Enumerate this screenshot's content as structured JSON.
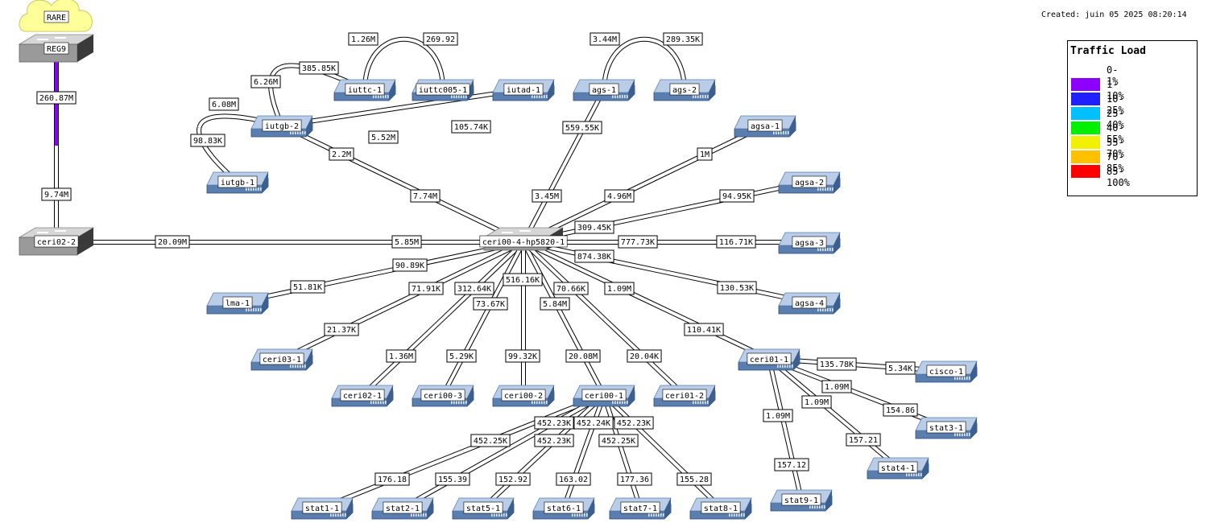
{
  "header": {
    "created": "Created: juin 05 2025 08:20:14"
  },
  "legend": {
    "title": "Traffic Load",
    "entries": [
      {
        "label": "0-1%",
        "color": "#ffffff"
      },
      {
        "label": "1-10%",
        "color": "#8c00ff"
      },
      {
        "label": "10-25%",
        "color": "#2020ff"
      },
      {
        "label": "25-40%",
        "color": "#00c0ff"
      },
      {
        "label": "40-55%",
        "color": "#00f000"
      },
      {
        "label": "55-70%",
        "color": "#f0f000"
      },
      {
        "label": "70-85%",
        "color": "#ffc000"
      },
      {
        "label": "85-100%",
        "color": "#ff0000"
      }
    ]
  },
  "nodes": {
    "rare": {
      "label": "RARE",
      "kind": "cloud"
    },
    "reg9": {
      "label": "REG9",
      "kind": "switch"
    },
    "ceri022": {
      "label": "ceri02-2",
      "kind": "switch"
    },
    "core": {
      "label": "ceri00-4-hp5820-1",
      "kind": "switch"
    },
    "iuttc1": {
      "label": "iuttc-1",
      "kind": "device"
    },
    "iuttc005": {
      "label": "iuttc005-1",
      "kind": "device"
    },
    "iutad1": {
      "label": "iutad-1",
      "kind": "device"
    },
    "ags1": {
      "label": "ags-1",
      "kind": "device"
    },
    "ags2": {
      "label": "ags-2",
      "kind": "device"
    },
    "iutgb2": {
      "label": "iutgb-2",
      "kind": "device"
    },
    "iutgb1": {
      "label": "iutgb-1",
      "kind": "device"
    },
    "agsa1": {
      "label": "agsa-1",
      "kind": "device"
    },
    "agsa2": {
      "label": "agsa-2",
      "kind": "device"
    },
    "agsa3": {
      "label": "agsa-3",
      "kind": "device"
    },
    "agsa4": {
      "label": "agsa-4",
      "kind": "device"
    },
    "lma1": {
      "label": "lma-1",
      "kind": "device"
    },
    "ceri031": {
      "label": "ceri03-1",
      "kind": "device"
    },
    "ceri021": {
      "label": "ceri02-1",
      "kind": "device"
    },
    "ceri003": {
      "label": "ceri00-3",
      "kind": "device"
    },
    "ceri002": {
      "label": "ceri00-2",
      "kind": "device"
    },
    "ceri001": {
      "label": "ceri00-1",
      "kind": "device"
    },
    "ceri012": {
      "label": "ceri01-2",
      "kind": "device"
    },
    "ceri011": {
      "label": "ceri01-1",
      "kind": "device"
    },
    "cisco1": {
      "label": "cisco-1",
      "kind": "device"
    },
    "stat31": {
      "label": "stat3-1",
      "kind": "device"
    },
    "stat41": {
      "label": "stat4-1",
      "kind": "device"
    },
    "stat91": {
      "label": "stat9-1",
      "kind": "device"
    },
    "stat11": {
      "label": "stat1-1",
      "kind": "device"
    },
    "stat21": {
      "label": "stat2-1",
      "kind": "device"
    },
    "stat51": {
      "label": "stat5-1",
      "kind": "device"
    },
    "stat61": {
      "label": "stat6-1",
      "kind": "device"
    },
    "stat71": {
      "label": "stat7-1",
      "kind": "device"
    },
    "stat81": {
      "label": "stat8-1",
      "kind": "device"
    }
  },
  "links": [
    {
      "id": "reg9-ceri022",
      "a": "reg9",
      "b": "ceri022",
      "out": "260.87M",
      "in": "9.74M",
      "color_out": "#8c00ff",
      "color_in": "#ffffff"
    },
    {
      "id": "ceri022-core",
      "a": "ceri022",
      "b": "core",
      "out": "20.09M",
      "in": "5.85M"
    },
    {
      "id": "iuttc1-iuttc005",
      "a": "iuttc1",
      "b": "iuttc005",
      "out": "1.26M",
      "in": "269.92"
    },
    {
      "id": "ags1-ags2",
      "a": "ags1",
      "b": "ags2",
      "out": "3.44M",
      "in": "289.35K"
    },
    {
      "id": "iutgb2-iuttc1",
      "a": "iutgb2",
      "b": "iuttc1",
      "out": "6.26M",
      "in": "385.85K"
    },
    {
      "id": "iutgb2-iutgb1",
      "a": "iutgb2",
      "b": "iutgb1",
      "out": "6.08M",
      "in": "98.83K"
    },
    {
      "id": "iutgb2-iutad1",
      "a": "iutgb2",
      "b": "iutad1",
      "out": "5.52M",
      "in": "105.74K"
    },
    {
      "id": "iutgb2-core",
      "a": "iutgb2",
      "b": "core",
      "out": "2.2M",
      "in": "7.74M"
    },
    {
      "id": "ags1-core",
      "a": "ags1",
      "b": "core",
      "out": "559.55K",
      "in": "3.45M"
    },
    {
      "id": "agsa1-core",
      "a": "agsa1",
      "b": "core",
      "out": "1M",
      "in": "4.96M"
    },
    {
      "id": "agsa2-core",
      "a": "agsa2",
      "b": "core",
      "out": "94.95K",
      "in": "309.45K"
    },
    {
      "id": "agsa3-core",
      "a": "agsa3",
      "b": "core",
      "out": "116.71K",
      "in": "777.73K"
    },
    {
      "id": "agsa4-core",
      "a": "agsa4",
      "b": "core",
      "out": "130.53K",
      "in": "874.38K"
    },
    {
      "id": "lma1-core",
      "a": "lma1",
      "b": "core",
      "out": "51.81K",
      "in": "90.89K"
    },
    {
      "id": "ceri031-core",
      "a": "ceri031",
      "b": "core",
      "out": "21.37K",
      "in": "71.91K"
    },
    {
      "id": "ceri021-core",
      "a": "ceri021",
      "b": "core",
      "out": "1.36M",
      "in": "312.64K"
    },
    {
      "id": "ceri003-core",
      "a": "ceri003",
      "b": "core",
      "out": "5.29K",
      "in": "73.67K"
    },
    {
      "id": "ceri002-core",
      "a": "ceri002",
      "b": "core",
      "out": "99.32K",
      "in": "516.16K"
    },
    {
      "id": "ceri001-core",
      "a": "ceri001",
      "b": "core",
      "out": "20.08M",
      "in": "5.84M"
    },
    {
      "id": "ceri012-core",
      "a": "ceri012",
      "b": "core",
      "out": "20.04K",
      "in": "70.66K"
    },
    {
      "id": "ceri011-core",
      "a": "ceri011",
      "b": "core",
      "out": "110.41K",
      "in": "1.09M"
    },
    {
      "id": "ceri011-cisco1",
      "a": "ceri011",
      "b": "cisco1",
      "out": "135.78K",
      "in": "5.34K"
    },
    {
      "id": "ceri011-stat31",
      "a": "ceri011",
      "b": "stat31",
      "out": "1.09M",
      "in": "154.86"
    },
    {
      "id": "ceri011-stat41",
      "a": "ceri011",
      "b": "stat41",
      "out": "1.09M",
      "in": "157.21"
    },
    {
      "id": "ceri011-stat91",
      "a": "ceri011",
      "b": "stat91",
      "out": "1.09M",
      "in": "157.12"
    },
    {
      "id": "ceri001-stat11",
      "a": "ceri001",
      "b": "stat11",
      "out": "452.25K",
      "in": "176.18"
    },
    {
      "id": "ceri001-stat21",
      "a": "ceri001",
      "b": "stat21",
      "out": "452.23K",
      "in": "155.39"
    },
    {
      "id": "ceri001-stat51",
      "a": "ceri001",
      "b": "stat51",
      "out": "452.23K",
      "in": "152.92"
    },
    {
      "id": "ceri001-stat61",
      "a": "ceri001",
      "b": "stat61",
      "out": "452.24K",
      "in": "163.02"
    },
    {
      "id": "ceri001-stat71",
      "a": "ceri001",
      "b": "stat71",
      "out": "452.25K",
      "in": "177.36"
    },
    {
      "id": "ceri001-stat81",
      "a": "ceri001",
      "b": "stat81",
      "out": "452.23K",
      "in": "155.28"
    }
  ]
}
